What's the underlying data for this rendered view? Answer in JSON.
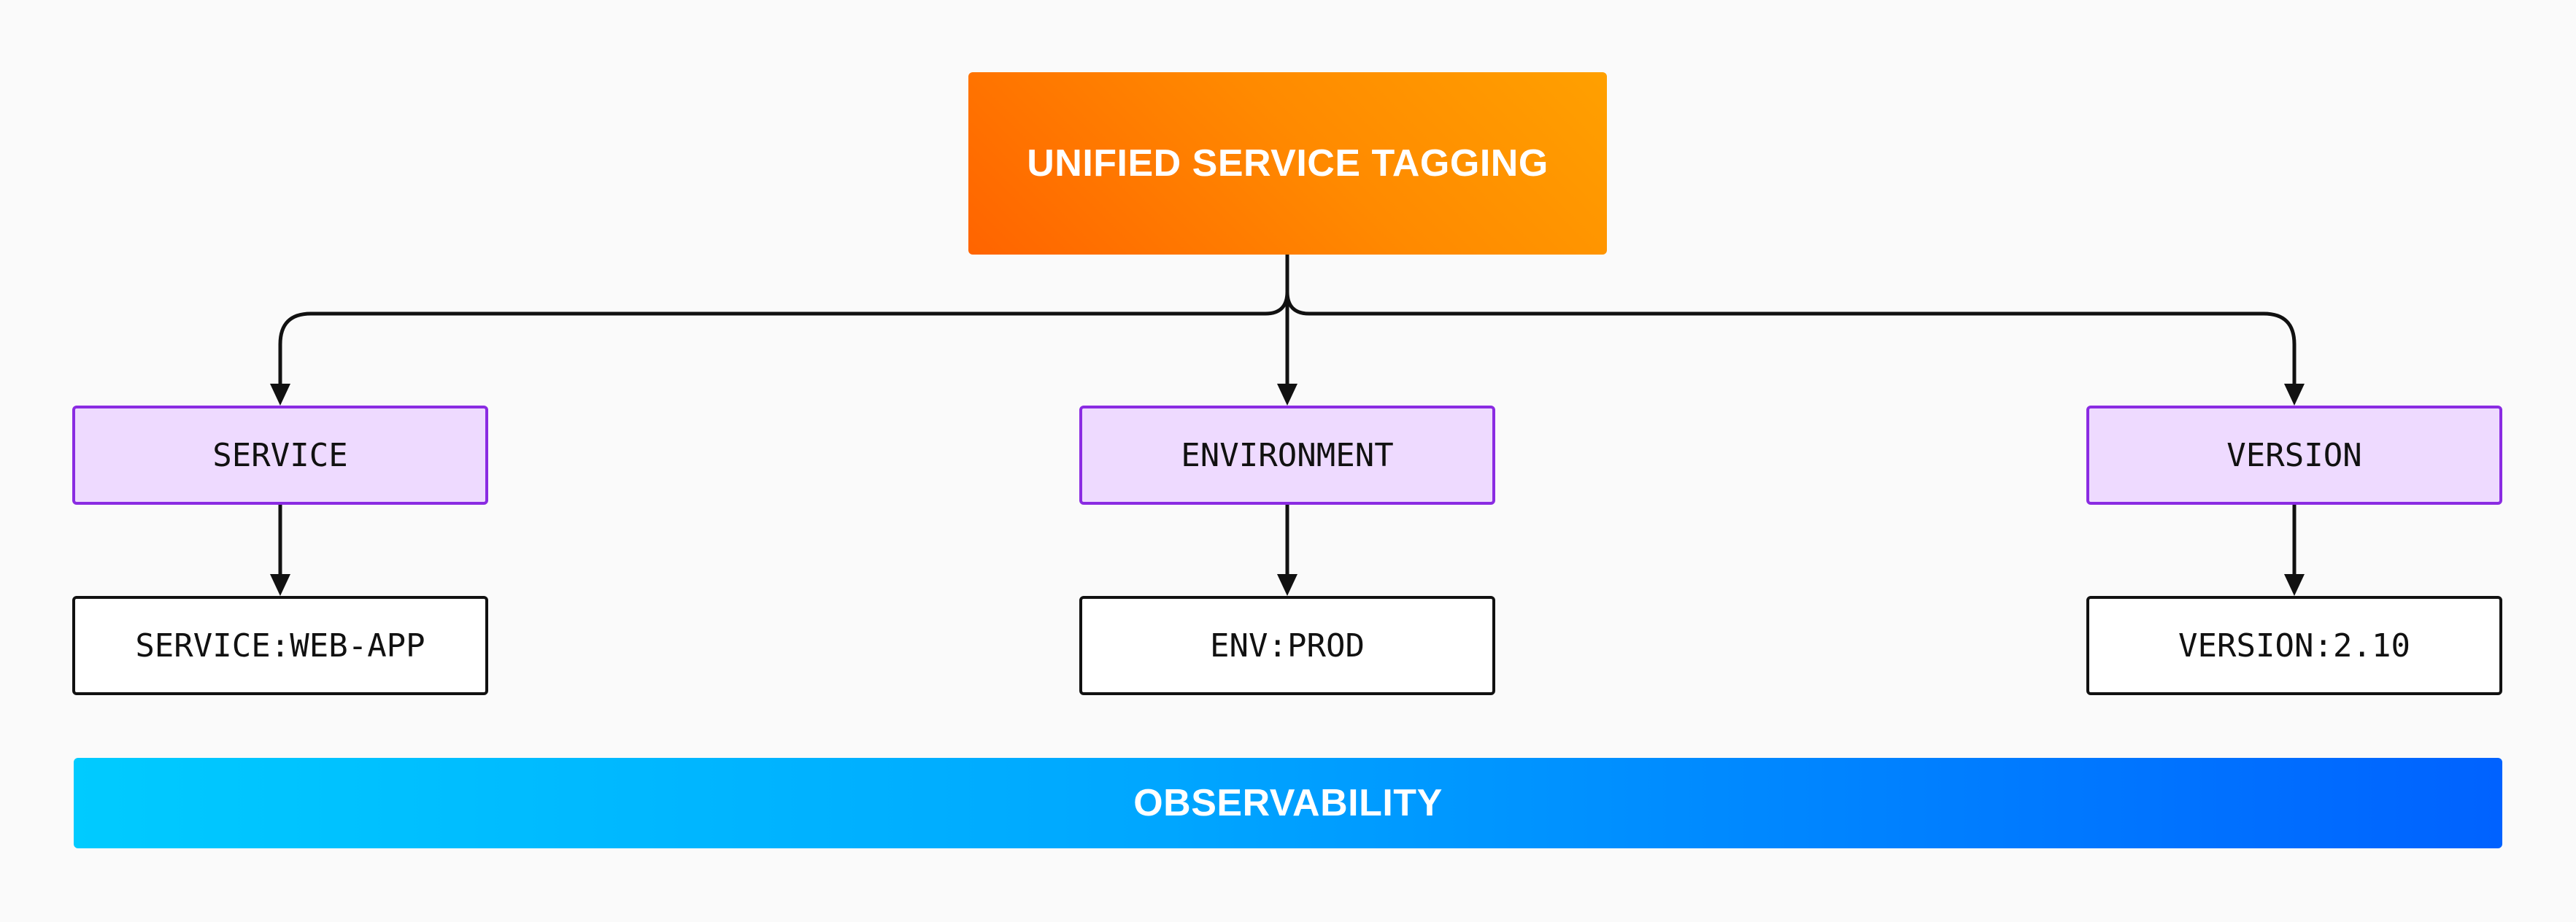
{
  "root": {
    "label": "UNIFIED SERVICE TAGGING",
    "gradient_start": "#ff6400",
    "gradient_end": "#ffa000"
  },
  "branches": [
    {
      "category": "SERVICE",
      "value": "SERVICE:WEB-APP"
    },
    {
      "category": "ENVIRONMENT",
      "value": "ENV:PROD"
    },
    {
      "category": "VERSION",
      "value": "VERSION:2.10"
    }
  ],
  "footer": {
    "label": "OBSERVABILITY",
    "gradient_start": "#00cbff",
    "gradient_end": "#0062ff"
  },
  "colors": {
    "background": "#fafafa",
    "category_fill": "#eedaff",
    "category_border": "#8a2be2",
    "value_border": "#111111",
    "connector": "#111111"
  }
}
